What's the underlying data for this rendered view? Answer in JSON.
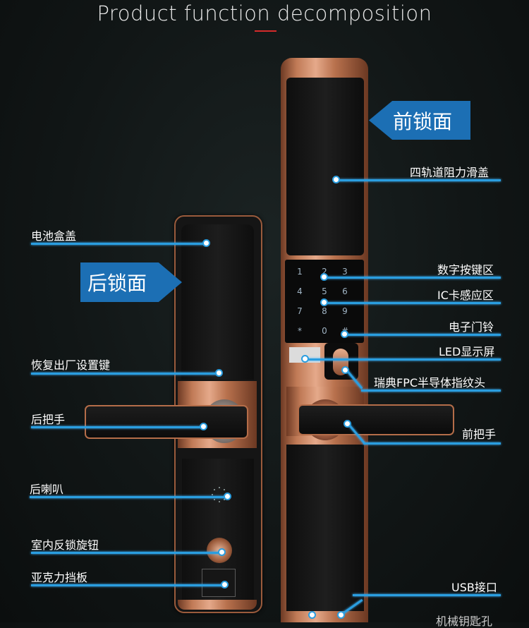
{
  "title": "Product function decomposition",
  "colors": {
    "accent_blue": "#1c6fb4",
    "line_blue": "#2a9ee0",
    "title_underline": "#d52b2b",
    "copper": "#c07a56"
  },
  "banners": {
    "front": "前锁面",
    "rear": "后锁面"
  },
  "keypad": {
    "keys": [
      "1",
      "2",
      "3",
      "4",
      "5",
      "6",
      "7",
      "8",
      "9",
      "*",
      "0",
      "#"
    ]
  },
  "callouts": {
    "front": {
      "slide_cover": "四轨道阻力滑盖",
      "keypad_area": "数字按键区",
      "ic_card_area": "IC卡感应区",
      "doorbell": "电子门铃",
      "led_display": "LED显示屏",
      "fingerprint": "瑞典FPC半导体指纹头",
      "front_handle": "前把手",
      "usb_port": "USB接口",
      "mechanical_keyhole": "机械钥匙孔"
    },
    "rear": {
      "battery_cover": "电池盒盖",
      "factory_reset": "恢复出厂设置键",
      "rear_handle": "后把手",
      "rear_speaker": "后喇叭",
      "inner_lock_knob": "室内反锁旋钮",
      "acrylic_panel": "亚克力挡板"
    }
  }
}
